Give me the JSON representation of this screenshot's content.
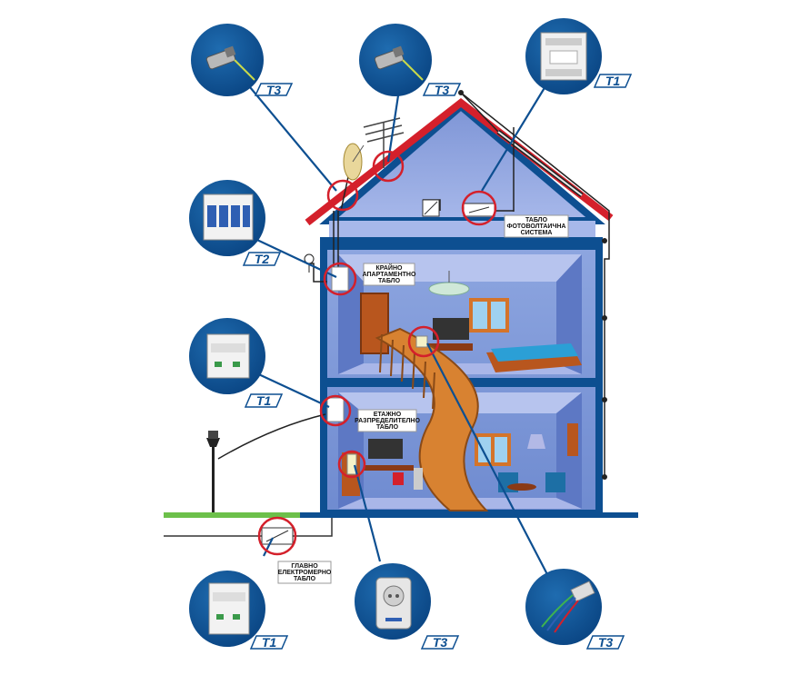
{
  "badges": {
    "antenna_coax": "T3",
    "satellite_coax": "T3",
    "pv_panel": "T1",
    "apartment_panel": "T2",
    "floor_panel": "T1",
    "main_meter": "T1",
    "socket_adapter": "T3",
    "data_protector": "T3"
  },
  "labels": {
    "pv_board": [
      "ТАБЛО",
      "ФОТОВОЛТАИЧНА",
      "СИСТЕМА"
    ],
    "apartment_board": [
      "КРАЙНО",
      "АПАРТАМЕНТНО",
      "ТАБЛО"
    ],
    "floor_board": [
      "ЕТАЖНО",
      "РАЗПРЕДЕЛИТЕЛНО",
      "ТАБЛО"
    ],
    "main_meter_board": [
      "ГЛАВНО",
      "ЕЛЕКТРОМЕРНО",
      "ТАБЛО"
    ]
  },
  "colors": {
    "house_outline": "#0d4f91",
    "roof": "#d4202b",
    "callout_circle": "#d4202b",
    "device_bubble": "#0d5596",
    "ground": "#6cc04a",
    "wall": "#7b96d6"
  }
}
